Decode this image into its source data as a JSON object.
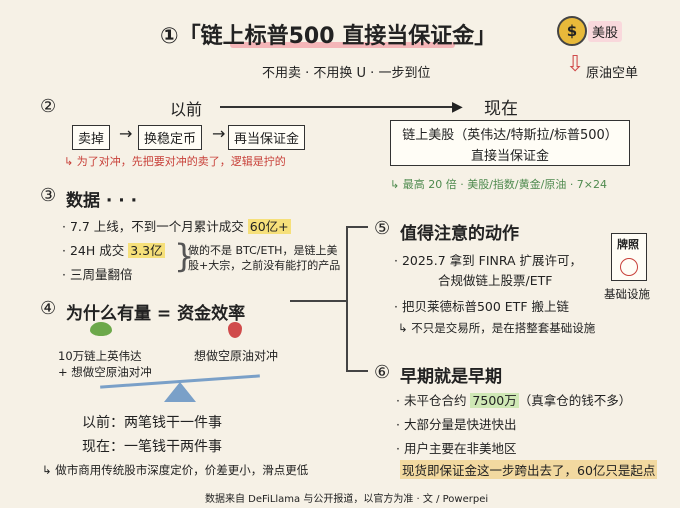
{
  "header": {
    "title": "①「链上标普500 直接当保证金」",
    "subtitle": "不用卖 · 不用换 U · 一步到位",
    "coin_glyph": "$",
    "badge_stock": "美股",
    "badge_oil": "原油空单"
  },
  "s2": {
    "num": "②",
    "before_label": "以前",
    "now_label": "现在",
    "flow": [
      "卖掉",
      "换稳定币",
      "再当保证金"
    ],
    "flow_arrow": "→",
    "before_note": "为了对冲，先把要对冲的卖了，逻辑是拧的",
    "now_box_line1": "链上美股（英伟达/特斯拉/标普500）",
    "now_box_line2": "直接当保证金",
    "now_note": "最高 20 倍 · 美股/指数/黄金/原油 · 7×24"
  },
  "s3": {
    "num": "③",
    "title": "数据 · · ·",
    "b1_pre": "· 7.7 上线，不到一个月累计成交 ",
    "b1_hl": "60亿+",
    "b2_pre": "· 24H 成交 ",
    "b2_hl": "3.3亿",
    "b3": "· 三周量翻倍",
    "side_note_1": "做的不是 BTC/ETH，是链上美",
    "side_note_2": "股+大宗，之前没有能打的产品"
  },
  "s4": {
    "num": "④",
    "title": "为什么有量 = 资金效率",
    "left_1": "10万链上英伟达",
    "left_2": "+ 想做空原油对冲",
    "right": "想做空原油对冲",
    "before_line": "以前：两笔钱干一件事",
    "now_line": "现在：一笔钱干两件事",
    "note": "做市商用传统股市深度定价，价差更小，滑点更低"
  },
  "s5": {
    "num": "⑤",
    "title": "值得注意的动作",
    "b1_1": "· 2025.7 拿到 FINRA 扩展许可，",
    "b1_2": "合规做链上股票/ETF",
    "b2": "· 把贝莱德标普500 ETF 搬上链",
    "note": "不只是交易所，是在搭整套基础设施",
    "seal_text": "牌照",
    "seal_label": "基础设施"
  },
  "s6": {
    "num": "⑥",
    "title": "早期就是早期",
    "b1_pre": "· 未平仓合约 ",
    "b1_hl": "7500万",
    "b1_post": "（真拿仓的钱不多）",
    "b2": "· 大部分量是快进快出",
    "b3": "· 用户主要在非美地区",
    "conclusion": "现货即保证金这一步跨出去了，60亿只是起点"
  },
  "footer": "数据来自 DeFiLlama 与公开报道，以官方为准 · 文 / Powerpei"
}
